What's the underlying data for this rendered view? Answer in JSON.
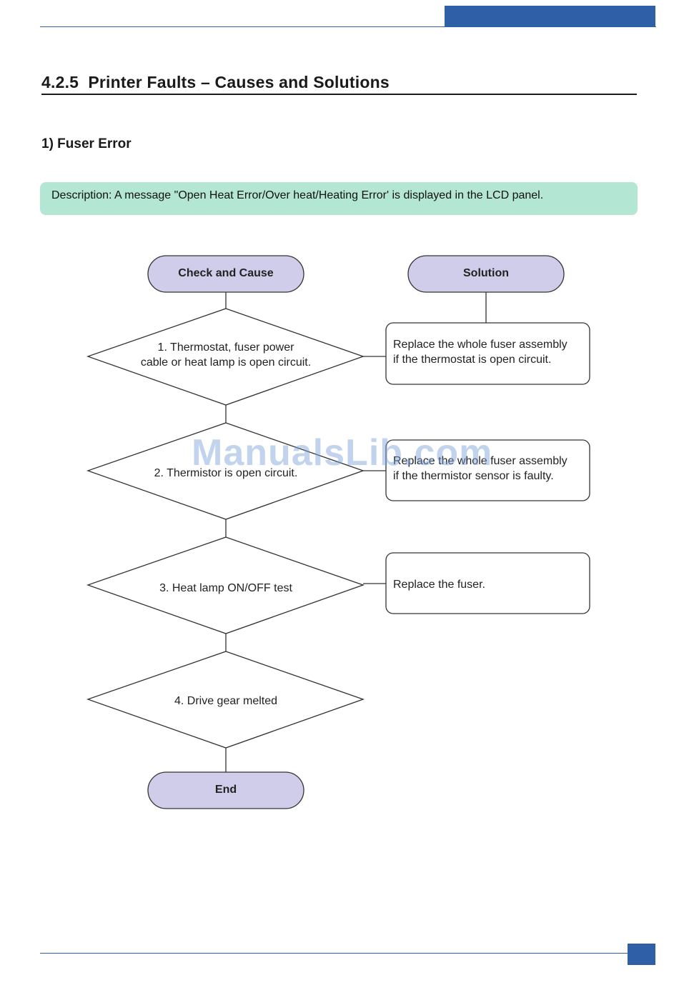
{
  "header": {
    "title": "4.2.5  Printer Faults – Causes and Solutions"
  },
  "section": {
    "title": "1) Fuser Error"
  },
  "description": "Description: A message \"Open Heat Error/Over heat/Heating Error' is displayed in the LCD panel.",
  "flowchart": {
    "check_header": "Check and Cause",
    "solution_header": "Solution",
    "end_label": "End",
    "checks": [
      {
        "line1": "1. Thermostat, fuser power",
        "line2": "cable or heat lamp is open circuit."
      },
      {
        "line1": "2. Thermistor is open circuit.",
        "line2": ""
      },
      {
        "line1": "3. Heat lamp ON/OFF test",
        "line2": ""
      },
      {
        "line1": "4. Drive gear melted",
        "line2": ""
      }
    ],
    "solutions": [
      {
        "line1": "Replace the whole fuser assembly",
        "line2": "if the thermostat is open circuit."
      },
      {
        "line1": "Replace the whole fuser assembly",
        "line2": "if the thermistor sensor is faulty."
      },
      {
        "line1": "Replace the fuser.",
        "line2": ""
      }
    ]
  },
  "watermark": "ManualsLib.com",
  "colors": {
    "accent": "#2f5fa7",
    "description_bg": "#b3e6d3",
    "pill_fill": "#cfcdea"
  }
}
